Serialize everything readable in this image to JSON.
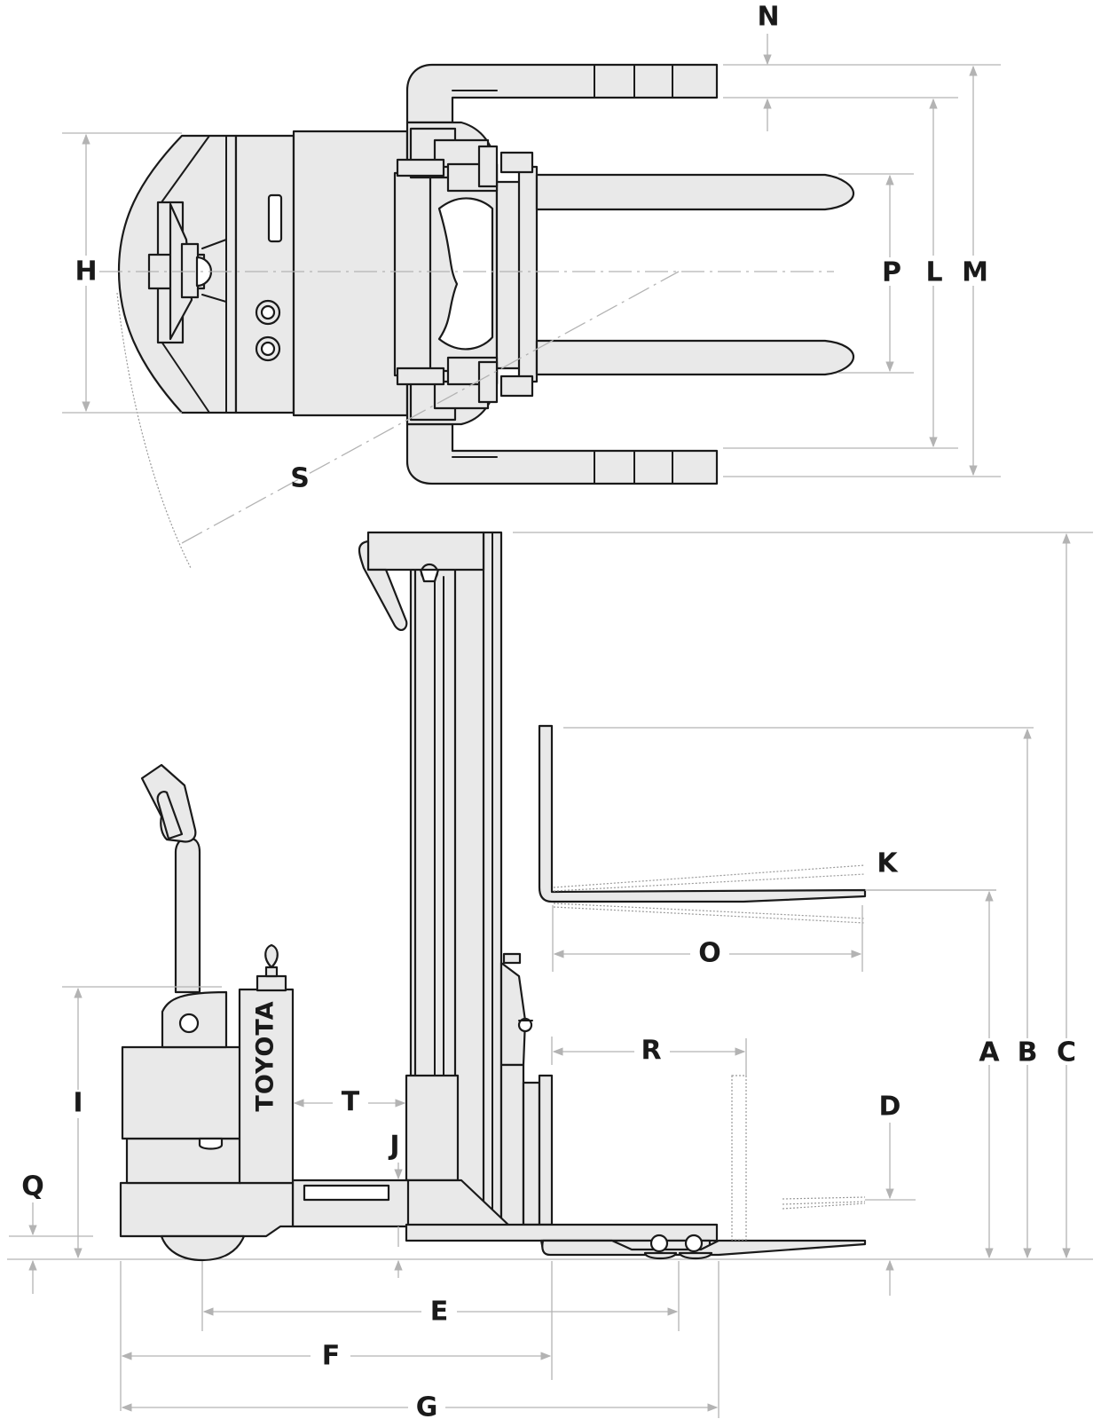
{
  "diagram": {
    "brand_text": "TOYOTA",
    "labels": {
      "A": "A",
      "B": "B",
      "C": "C",
      "D": "D",
      "E": "E",
      "F": "F",
      "G": "G",
      "H": "H",
      "I": "I",
      "J": "J",
      "K": "K",
      "L": "L",
      "M": "M",
      "N": "N",
      "O": "O",
      "P": "P",
      "Q": "Q",
      "R": "R",
      "S": "S",
      "T": "T"
    },
    "colors": {
      "body_fill": "#e9e9e9",
      "outline": "#1a1a1a",
      "dimension_line": "#b3b3b3"
    }
  }
}
